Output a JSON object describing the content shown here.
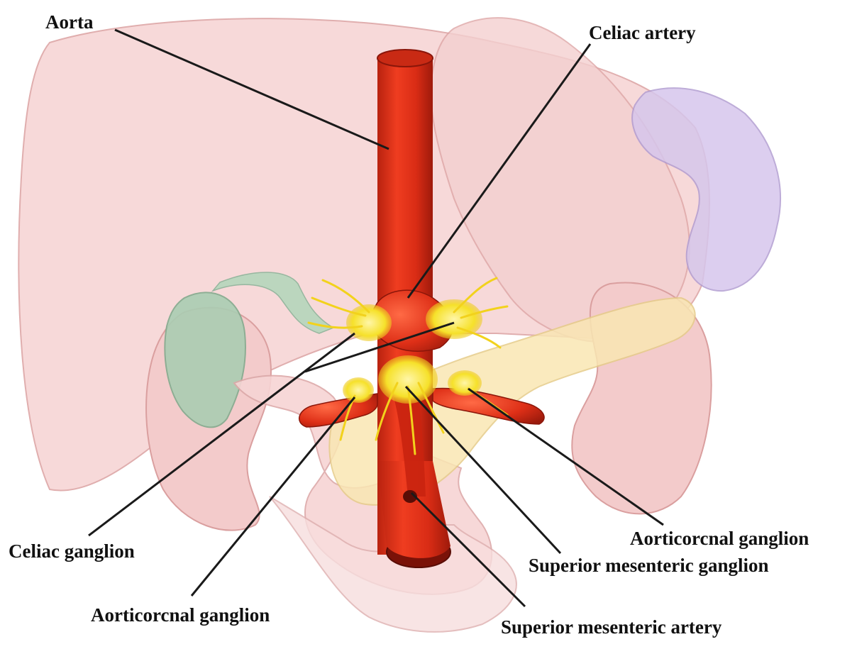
{
  "labels": {
    "aorta": "Aorta",
    "celiac_artery": "Celiac artery",
    "celiac_ganglion": "Celiac ganglion",
    "aorticorenal_ganglion_left": "Aorticorcnal ganglion",
    "aorticorenal_ganglion_right": "Aorticorcnal ganglion",
    "superior_mesenteric_ganglion": "Superior mesenteric ganglion",
    "superior_mesenteric_artery": "Superior mesenteric artery"
  },
  "colors": {
    "background": "#ffffff",
    "organ_fill": "#f3c6c6",
    "organ_stroke": "#d88d8d",
    "vessel": "#e0321c",
    "vessel_dark": "#9a1a0c",
    "ganglion": "#f7e32a",
    "spleen": "#c9b4e8",
    "gallbladder": "#8fb89a",
    "pancreas": "#f6dfa0",
    "leader_line": "#1a1a1a"
  }
}
